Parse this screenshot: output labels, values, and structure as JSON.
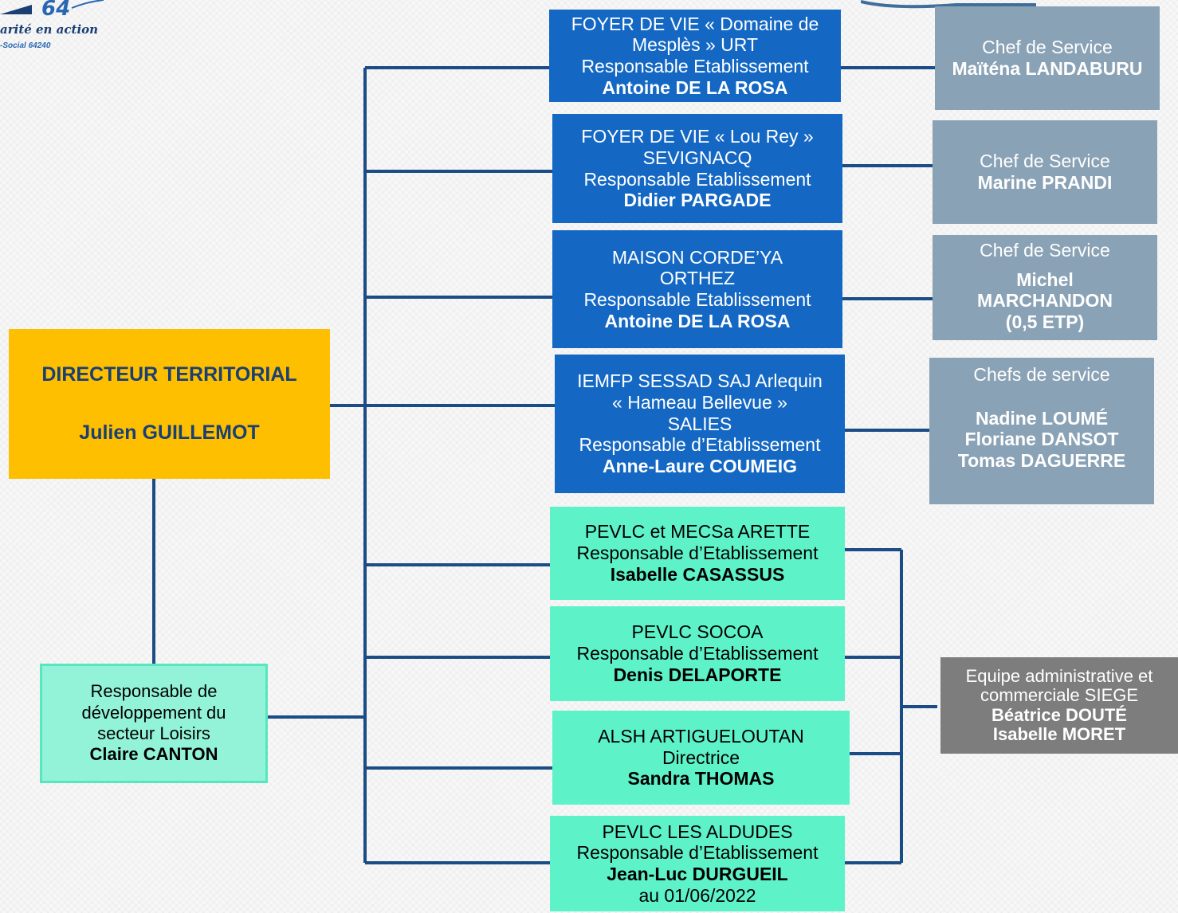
{
  "logo": {
    "number": "64",
    "tagline": "arité en action",
    "subline": "-Social 64240"
  },
  "director": {
    "title": "DIRECTEUR TERRITORIAL",
    "name": "Julien GUILLEMOT"
  },
  "loisirs": {
    "line1": "Responsable de",
    "line2": "développement du",
    "line3": "secteur Loisirs",
    "name": "Claire CANTON"
  },
  "establishments": [
    {
      "line1": "FOYER DE VIE « Domaine de",
      "line2": "Mesplès » URT",
      "line3": "Responsable Etablissement",
      "name": "Antoine DE LA ROSA"
    },
    {
      "line1": "FOYER DE VIE « Lou Rey »",
      "line2": "SEVIGNACQ",
      "line3": "Responsable Etablissement",
      "name": "Didier PARGADE"
    },
    {
      "line1": "MAISON CORDE’YA",
      "line2": "ORTHEZ",
      "line3": "Responsable Etablissement",
      "name": "Antoine DE LA ROSA"
    },
    {
      "line1": "IEMFP SESSAD SAJ Arlequin",
      "line2": "« Hameau Bellevue »",
      "line3": "SALIES",
      "line4": "Responsable d’Etablissement",
      "name": "Anne-Laure COUMEIG"
    }
  ],
  "leisure": [
    {
      "line1": "PEVLC et MECSa ARETTE",
      "line2": "Responsable d’Etablissement",
      "name": "Isabelle CASASSUS"
    },
    {
      "line1": "PEVLC SOCOA",
      "line2": "Responsable d’Etablissement",
      "name": "Denis DELAPORTE"
    },
    {
      "line1": "ALSH ARTIGUELOUTAN",
      "line2": "Directrice",
      "name": "Sandra THOMAS"
    },
    {
      "line1": "PEVLC LES ALDUDES",
      "line2": "Responsable d’Etablissement",
      "name": "Jean-Luc DURGUEIL",
      "note": "au 01/06/2022"
    }
  ],
  "chefs": [
    {
      "role": "Chef de Service",
      "name": "Maïténa LANDABURU"
    },
    {
      "role": "Chef de Service",
      "name": "Marine PRANDI"
    },
    {
      "role": "Chef de Service",
      "name1": "Michel",
      "name2": "MARCHANDON",
      "name3": "(0,5 ETP)"
    },
    {
      "role": "Chefs de service",
      "name1": "Nadine LOUMÉ",
      "name2": "Floriane DANSOT",
      "name3": "Tomas DAGUERRE"
    }
  ],
  "admin": {
    "line1": "Equipe administrative et",
    "line2": "commerciale SIEGE",
    "name1": "Béatrice DOUTÉ",
    "name2": "Isabelle MORET"
  },
  "colors": {
    "connector": "#1c4c86",
    "establishment": "#1468c4",
    "leisure": "#5ef2c9",
    "chef": "#8aa2b6",
    "director": "#fdbf00"
  }
}
